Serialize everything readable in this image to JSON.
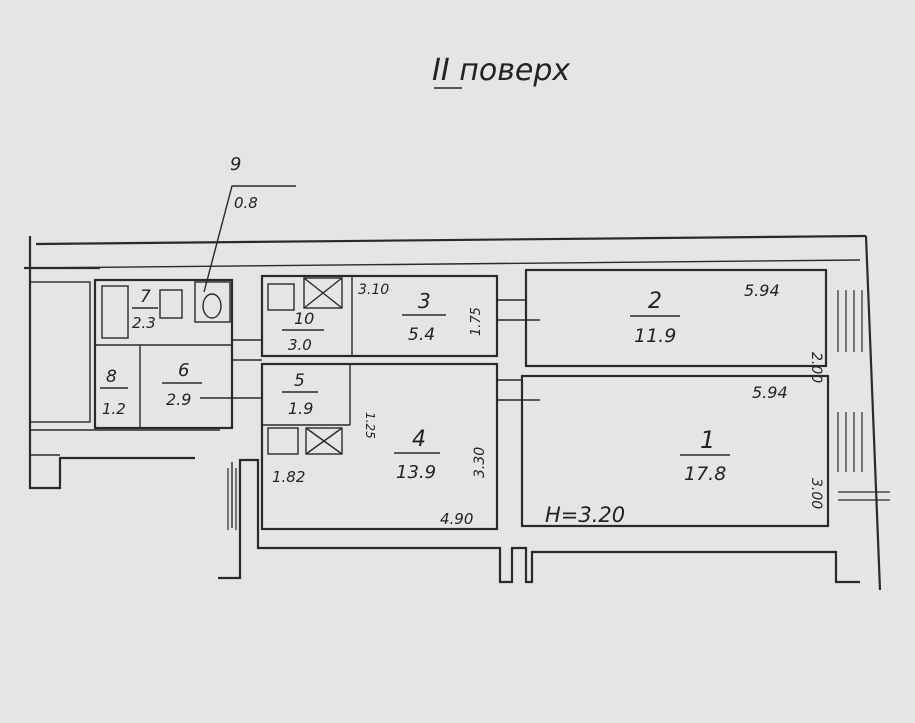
{
  "floor_title": "II поверх",
  "ceiling_height": "H=3.20",
  "rooms": [
    {
      "id": "1",
      "number": "1",
      "area": "17.8"
    },
    {
      "id": "2",
      "number": "2",
      "area": "11.9"
    },
    {
      "id": "3",
      "number": "3",
      "area": "5.4"
    },
    {
      "id": "4",
      "number": "4",
      "area": "13.9"
    },
    {
      "id": "5",
      "number": "5",
      "area": "1.9"
    },
    {
      "id": "6",
      "number": "6",
      "area": "2.9"
    },
    {
      "id": "7",
      "number": "7",
      "area": "2.3"
    },
    {
      "id": "8",
      "number": "8",
      "area": "1.2"
    },
    {
      "id": "9",
      "number": "9",
      "area": "0.8"
    },
    {
      "id": "10",
      "number": "10",
      "area": "3.0"
    }
  ],
  "dimensions": {
    "room1_width": "5.94",
    "room1_depth": "3.00",
    "room2_width": "5.94",
    "room2_depth": "2.00",
    "room3_width": "3.10",
    "room3_depth": "1.75",
    "room4_width": "4.90",
    "room4_depth": "3.30",
    "room5_depth": "1.25",
    "kitchen_area": "1.82"
  }
}
